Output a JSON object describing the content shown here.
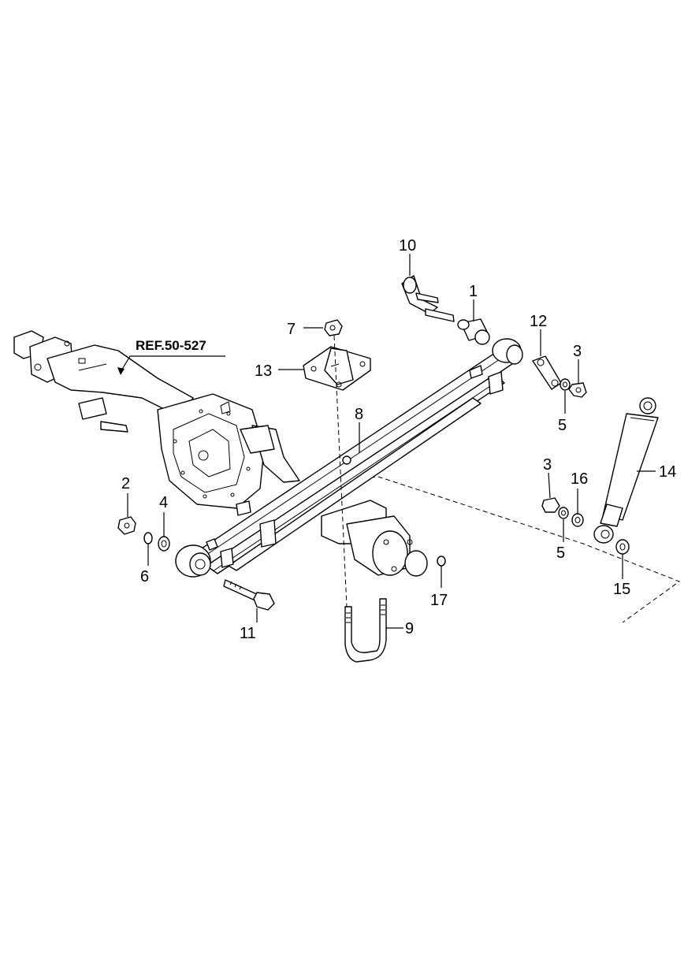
{
  "reference": {
    "text": "REF.50-527"
  },
  "callouts": [
    {
      "id": "1",
      "text": "1"
    },
    {
      "id": "2",
      "text": "2"
    },
    {
      "id": "3a",
      "text": "3"
    },
    {
      "id": "3b",
      "text": "3"
    },
    {
      "id": "4",
      "text": "4"
    },
    {
      "id": "5a",
      "text": "5"
    },
    {
      "id": "5b",
      "text": "5"
    },
    {
      "id": "6",
      "text": "6"
    },
    {
      "id": "7",
      "text": "7"
    },
    {
      "id": "8",
      "text": "8"
    },
    {
      "id": "9",
      "text": "9"
    },
    {
      "id": "10",
      "text": "10"
    },
    {
      "id": "11",
      "text": "11"
    },
    {
      "id": "12",
      "text": "12"
    },
    {
      "id": "13",
      "text": "13"
    },
    {
      "id": "14",
      "text": "14"
    },
    {
      "id": "15",
      "text": "15"
    },
    {
      "id": "16",
      "text": "16"
    },
    {
      "id": "17",
      "text": "17"
    }
  ]
}
